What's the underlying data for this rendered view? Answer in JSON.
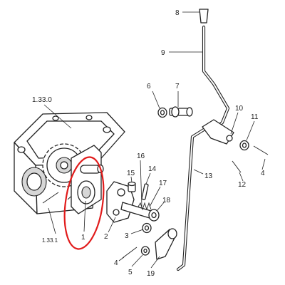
{
  "callouts": {
    "c1": "1",
    "c1_33_0": "1.33.0",
    "c1_33_1": "1.33.1",
    "c2": "2",
    "c3": "3",
    "c4a": "4",
    "c4b": "4",
    "c5": "5",
    "c6": "6",
    "c7": "7",
    "c8": "8",
    "c9": "9",
    "c10": "10",
    "c11": "11",
    "c12": "12",
    "c13": "13",
    "c14": "14",
    "c15": "15",
    "c16": "16",
    "c17": "17",
    "c18": "18",
    "c19": "19"
  },
  "highlight": {
    "color": "#e11b1b",
    "target": "1"
  }
}
